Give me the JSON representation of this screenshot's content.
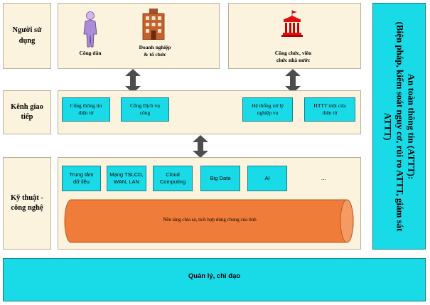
{
  "rows": {
    "users": {
      "label": "Người sử dụng"
    },
    "channels": {
      "label": "Kênh giao tiếp"
    },
    "tech": {
      "label": "Kỹ thuật - công nghệ"
    }
  },
  "users": {
    "citizen": "Công dân",
    "business": "Doanh nghiệp\n& tổ chức",
    "officials": "Công chức, viên\nchức nhà nước"
  },
  "channels": [
    "Cổng thông tin\nđiện tử",
    "Cổng Dịch vụ\ncông",
    "Hệ thống xử lý\nnghiệp vụ",
    "HTTT một cửa\nđiện tử"
  ],
  "tech": {
    "items": [
      "Trung tâm\ndữ liệu",
      "Mạng TSLCD,\nWAN, LAN",
      "Cloud\nComputing",
      "Big Data",
      "AI"
    ],
    "more": "...",
    "platform": "Nền tảng chia sẻ, tích hợp dùng chung của tỉnh"
  },
  "security": "An toàn thông tin (ATTT):\n(Biện pháp, kiểm soát nguy cơ, rủi ro ATTT, giám sát\nATTT)",
  "management": "Quản lý, chỉ đạo",
  "colors": {
    "cyan": "#19dbe8",
    "panel": "#fcf3de",
    "cylinder": "#f07c3a",
    "arrow": "#4d4d4d"
  }
}
